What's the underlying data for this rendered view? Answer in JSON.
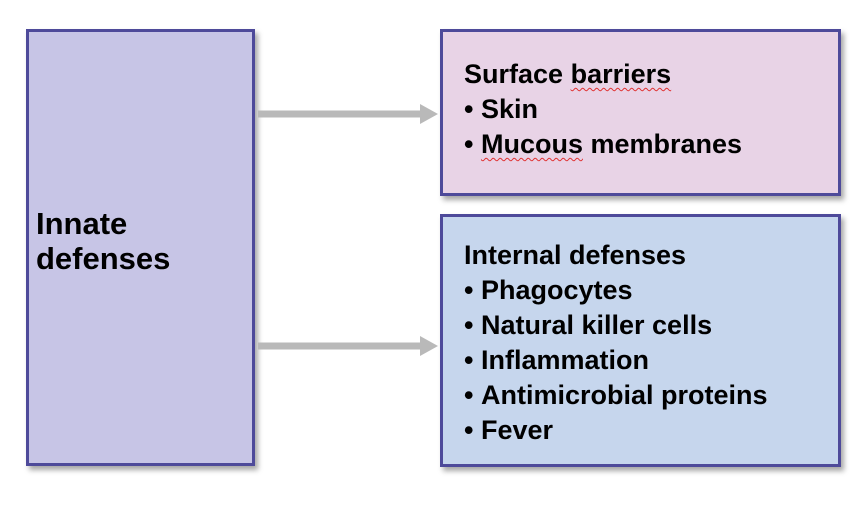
{
  "innate": {
    "label": "Innate\ndefenses"
  },
  "surface": {
    "title_word1": "Surface",
    "title_word2": "barriers",
    "items": [
      {
        "text": "Skin"
      },
      {
        "word1": "Mucous",
        "word2": "membranes"
      }
    ]
  },
  "internal": {
    "title": "Internal defenses",
    "items": [
      "Phagocytes",
      "Natural killer cells",
      "Inflammation",
      "Antimicrobial proteins",
      "Fever"
    ]
  },
  "colors": {
    "innate_fill": "#c7c5e6",
    "surface_fill": "#e8d3e6",
    "internal_fill": "#c6d6ed",
    "border": "#4e4a9a",
    "arrow": "#b9b9b9",
    "spellcheck_underline": "#e03030"
  }
}
